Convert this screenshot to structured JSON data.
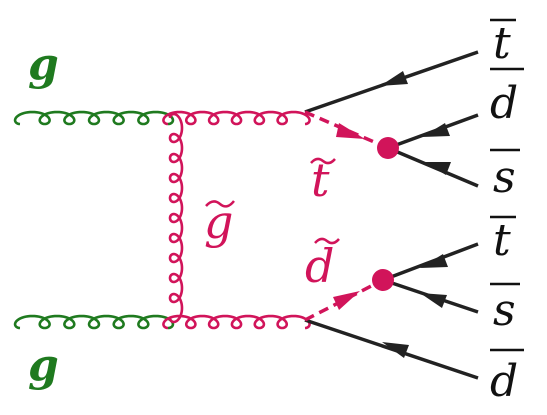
{
  "colors": {
    "gluon": "#1f7a1f",
    "sparticle": "#d1145a",
    "quark": "#222222"
  },
  "labels": {
    "gluon_top": "g",
    "gluon_bottom": "g",
    "gluino": "g",
    "stop": "t",
    "sdown": "d",
    "out_tbar_1": "t",
    "out_dbar_1": "d",
    "out_sbar_1": "s",
    "out_tbar_2": "t",
    "out_sbar_2": "s",
    "out_dbar_2": "d"
  }
}
